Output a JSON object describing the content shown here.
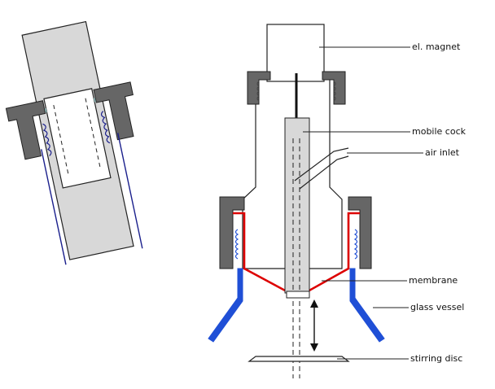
{
  "labels": {
    "magnet": "el. magnet",
    "cock": "mobile cock",
    "air": "air inlet",
    "membrane": "membrane",
    "glass": "glass vessel",
    "disc": "stirring disc"
  },
  "colors": {
    "gray_dark": "#666666",
    "gray_light": "#d8d8d8",
    "blue": "#1f4fd6",
    "dark_blue": "#1a1f8c",
    "red": "#dd0000",
    "teal": "#9fcfcf"
  }
}
